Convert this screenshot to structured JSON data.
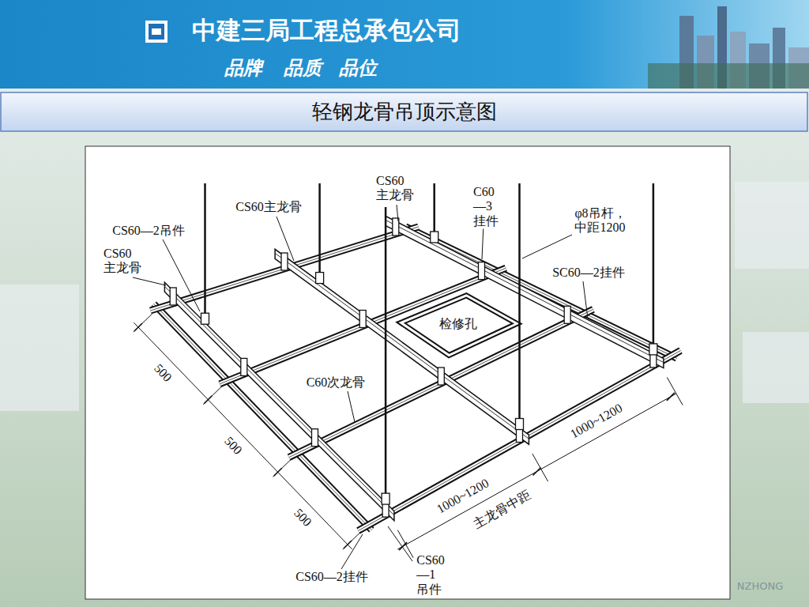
{
  "diagram": {
    "title": "轻钢龙骨吊顶示意图",
    "labels": [
      "中建三局工程总承包公司",
      "品牌",
      "品质",
      "品位",
      "CS60主龙骨",
      "CS60 主龙骨",
      "C60—3 挂件",
      "φ8吊杆， 中距1200",
      "CS60—2吊件",
      "CS60 主龙骨",
      "SC60—2挂件",
      "检修孔",
      "500",
      "500",
      "500",
      "C60次龙骨",
      "1000~1200",
      "1000~1200",
      "主龙骨中距",
      "CS60—1 吊件",
      "CS60—2挂件",
      "NZHONG"
    ]
  }
}
